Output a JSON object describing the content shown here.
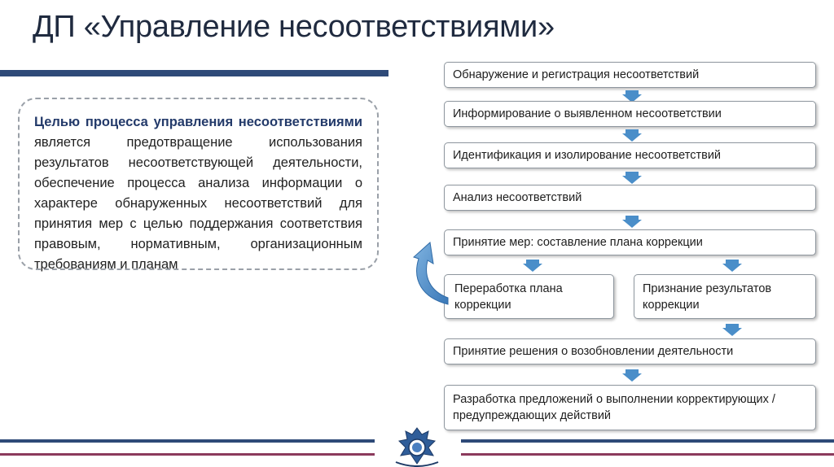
{
  "title": "ДП «Управление несоответствиями»",
  "purpose": {
    "lead": "Целью процесса управления несоответствиями",
    "text": " является предотвращение использования результатов несоответствующей деятельности, обеспечение процесса анализа информации о характере обнаруженных несоответствий для принятия мер с целью поддержания соответствия правовым, нормативным, организационным требованиям и планам"
  },
  "steps": {
    "s1": "Обнаружение и регистрация несоответствий",
    "s2": "Информирование о выявленном несоответствии",
    "s3": "Идентификация и изолирование несоответствий",
    "s4": "Анализ несоответствий",
    "s5": "Принятие мер: составление плана коррекции",
    "s6a": "Переработка плана коррекции",
    "s6b": "Признание результатов коррекции",
    "s7": "Принятие решения о возобновлении деятельности",
    "s8": "Разработка предложений о выполнении корректирующих / предупреждающих действий"
  },
  "colors": {
    "title": "#1f2a3f",
    "accent": "#2e4a78",
    "arrow": "#4a8ec9",
    "footer_secondary": "#8b3a5c"
  },
  "icons": {
    "logo": "university-crest-icon",
    "arrow": "down-arrow-icon",
    "loop": "curved-return-arrow-icon"
  }
}
